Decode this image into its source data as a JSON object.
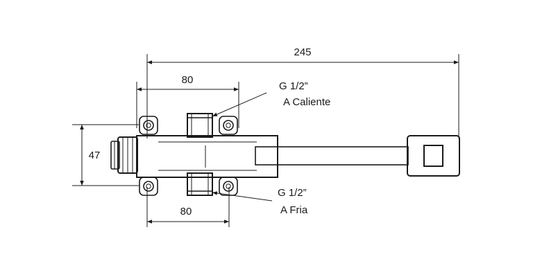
{
  "dimensions": {
    "overall_length": "245",
    "top_mount_spacing": "80",
    "bottom_mount_spacing": "80",
    "body_height": "47"
  },
  "labels": {
    "hot_inlet": {
      "thread": "G 1/2”",
      "name": "A Caliente"
    },
    "cold_inlet": {
      "thread": "G 1/2”",
      "name": "A Fria"
    }
  }
}
